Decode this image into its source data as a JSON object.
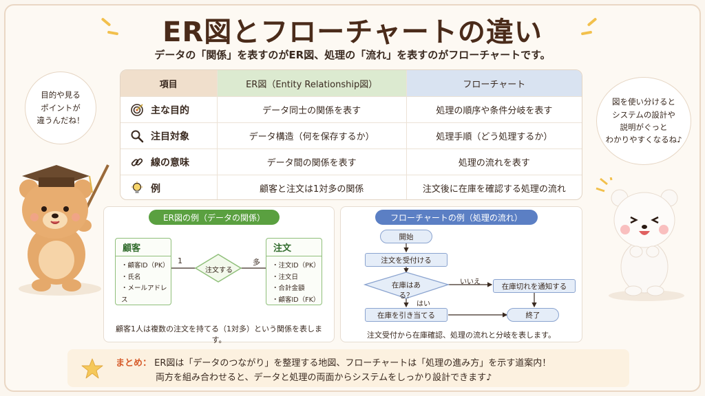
{
  "title": "ER図とフローチャートの違い",
  "subtitle": "データの「関係」を表すのがER図、処理の「流れ」を表すのがフローチャートです。",
  "bubbles": {
    "left": [
      "目的や見る",
      "ポイントが",
      "違うんだね！"
    ],
    "right": [
      "図を使い分けると",
      "システムの設計や",
      "説明がぐっと",
      "わかりやすくなるね♪"
    ]
  },
  "table": {
    "headers": [
      "項目",
      "ER図（Entity Relationship図）",
      "フローチャート"
    ],
    "rows": [
      {
        "icon": "target-icon",
        "label": "主な目的",
        "er": "データ同士の関係を表す",
        "flow": "処理の順序や条件分岐を表す"
      },
      {
        "icon": "magnifier-icon",
        "label": "注目対象",
        "er": "データ構造（何を保存するか）",
        "flow": "処理手順（どう処理するか）"
      },
      {
        "icon": "link-icon",
        "label": "線の意味",
        "er": "データ間の関係を表す",
        "flow": "処理の流れを表す"
      },
      {
        "icon": "lightbulb-icon",
        "label": "例",
        "er": "顧客と注文は1対多の関係",
        "flow": "注文後に在庫を確認する処理の流れ"
      }
    ]
  },
  "er_example": {
    "title": "ER図の例（データの関係）",
    "customer": {
      "name": "顧客",
      "fields": [
        "・顧客ID（PK）",
        "・氏名",
        "・メールアドレス"
      ]
    },
    "order": {
      "name": "注文",
      "fields": [
        "・注文ID（PK）",
        "・注文日",
        "・合計金額",
        "・顧客ID（FK）"
      ]
    },
    "relation": "注文する",
    "card_left": "1",
    "card_right": "多",
    "caption": "顧客1人は複数の注文を持てる（1対多）という関係を表します。"
  },
  "flow_example": {
    "title": "フローチャートの例（処理の流れ）",
    "start": "開始",
    "receive": "注文を受付ける",
    "decision": "在庫はある？",
    "no_label": "いいえ",
    "yes_label": "はい",
    "notify": "在庫切れを通知する",
    "allocate": "在庫を引き当てる",
    "end": "終了",
    "caption": "注文受付から在庫確認、処理の流れと分岐を表します。"
  },
  "summary": {
    "label": "まとめ：",
    "line1": "ER図は「データのつながり」を整理する地図、フローチャートは「処理の進み方」を示す道案内！",
    "line2": "両方を組み合わせると、データと処理の両面からシステムをしっかり設計できます♪"
  },
  "colors": {
    "er_green": "#5aa040",
    "flow_blue": "#5b7fc4",
    "accent": "#d65b2a"
  }
}
